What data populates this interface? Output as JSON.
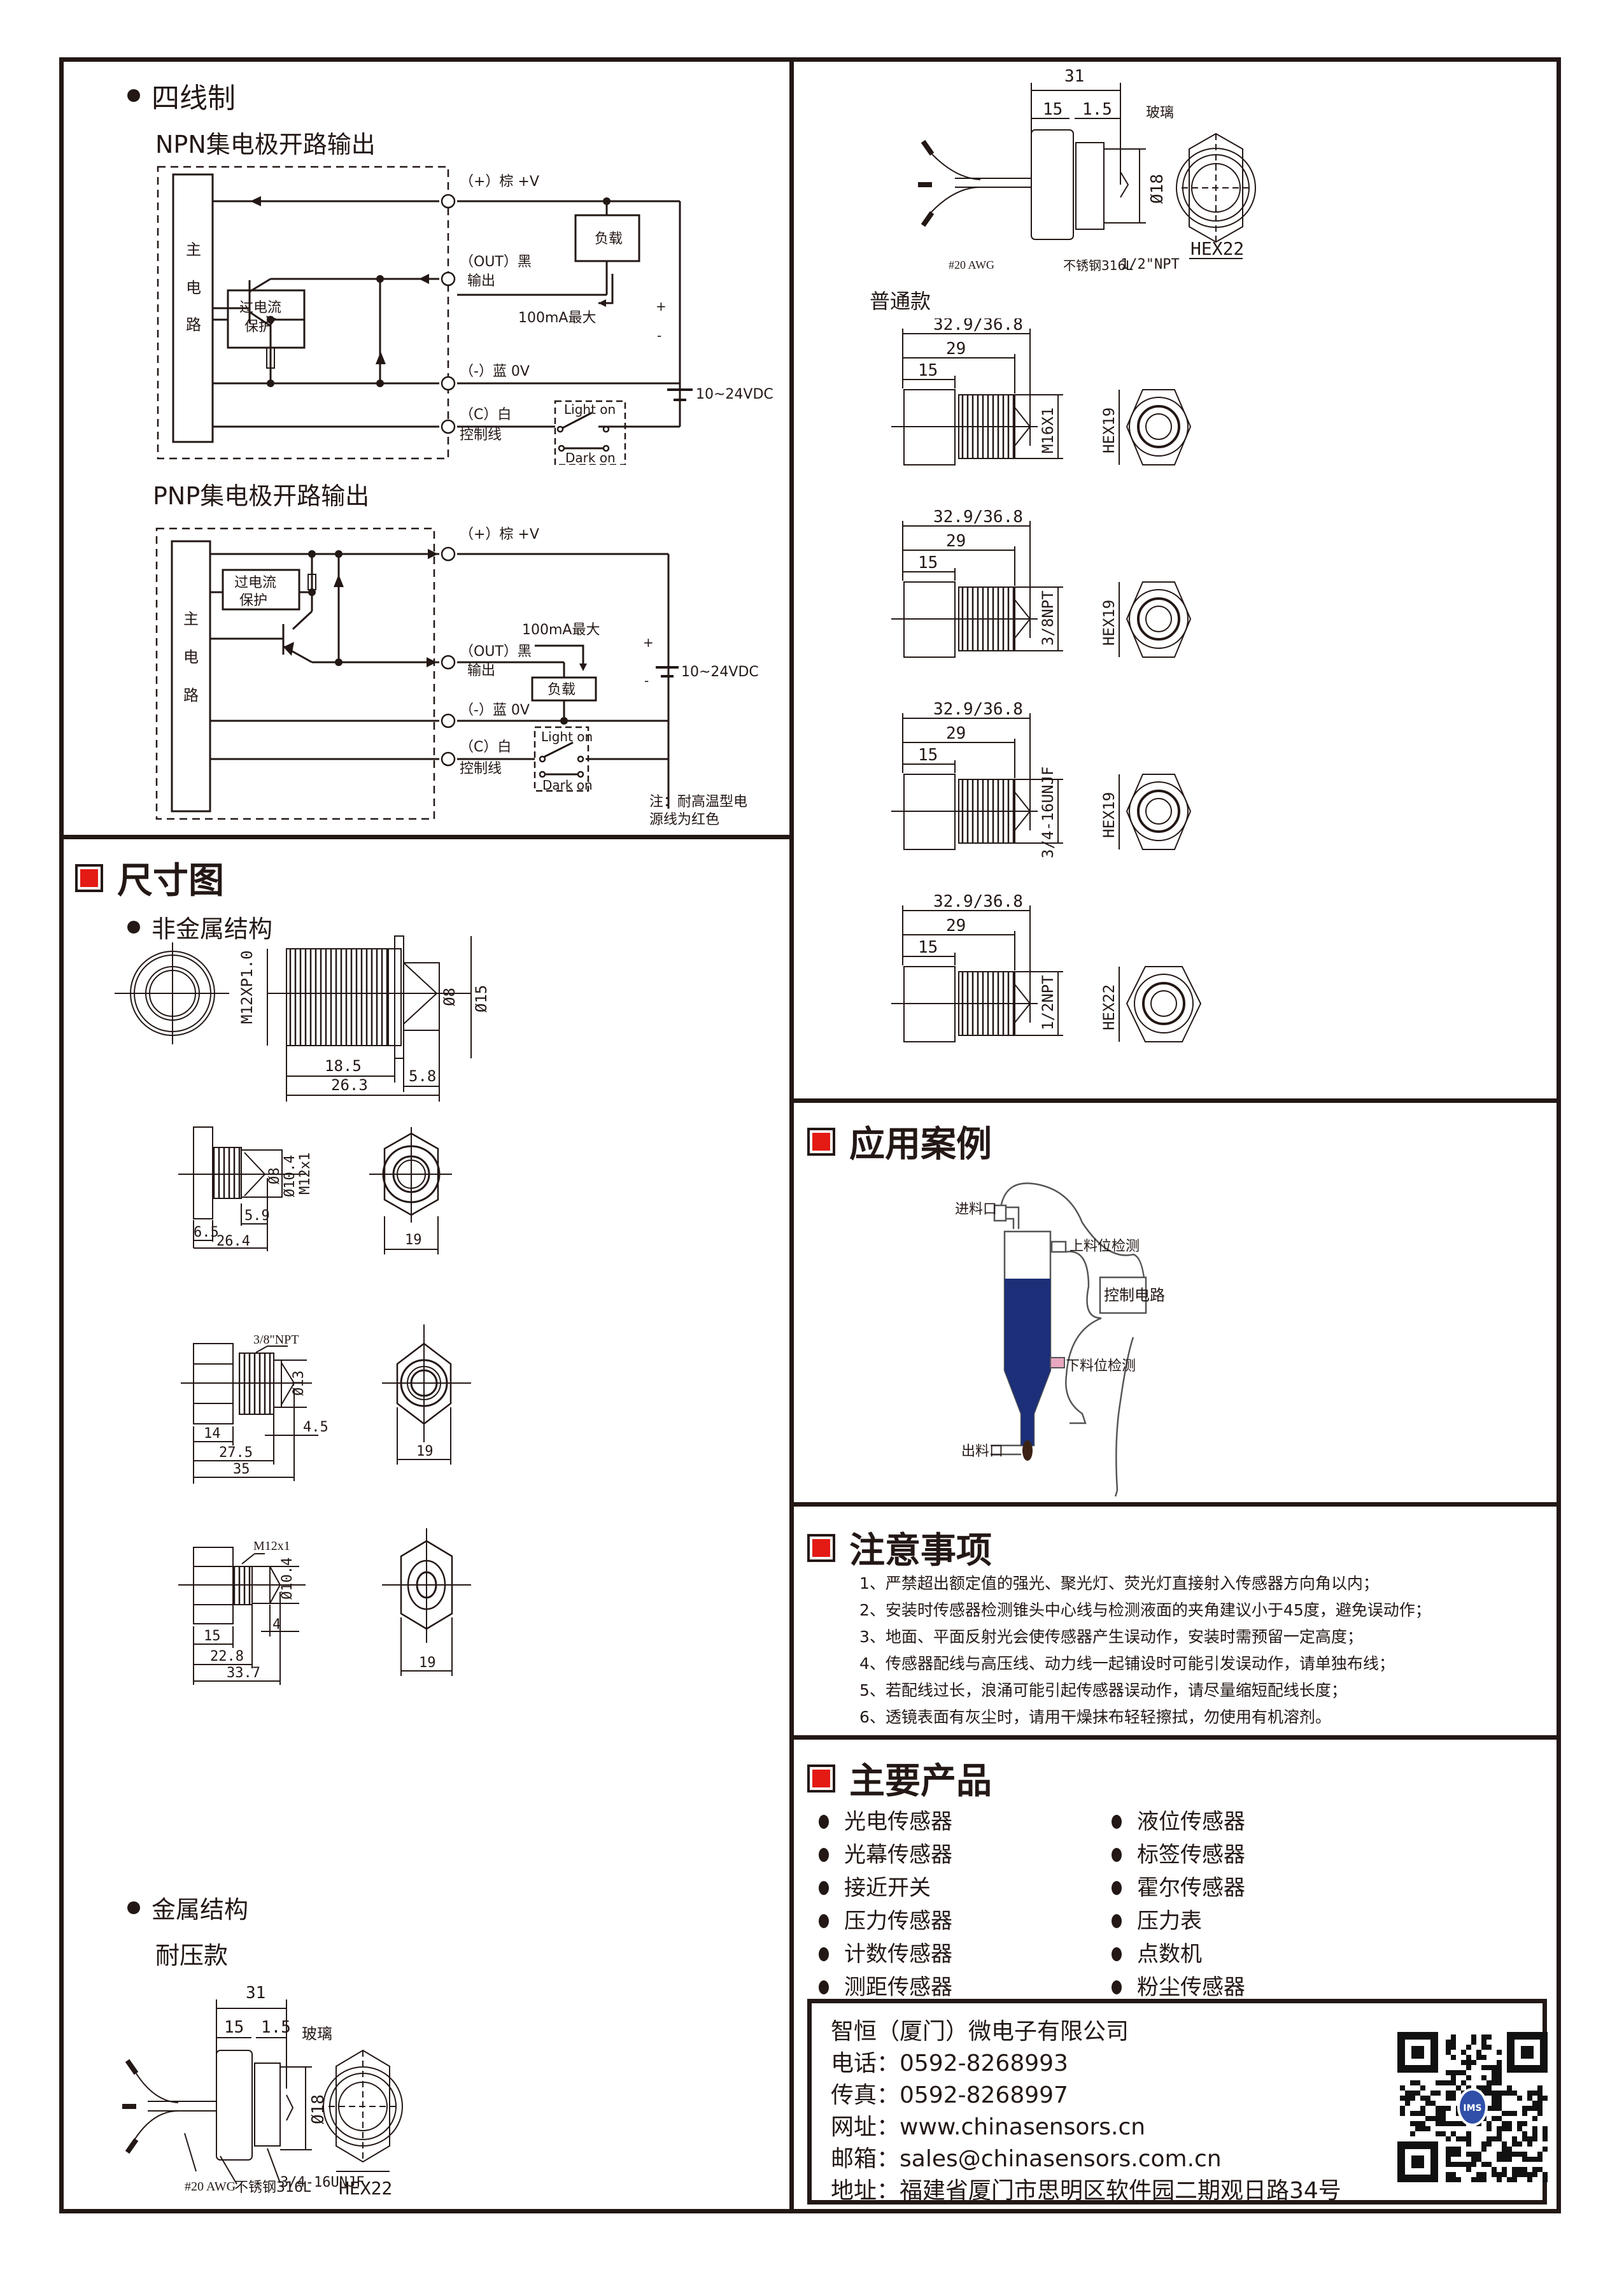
{
  "wiring": {
    "section_title": "四线制",
    "npn": {
      "title": "NPN集电极开路输出",
      "main_circuit_label": [
        "主",
        "电",
        "路"
      ],
      "protection_label": [
        "过电流",
        "保护"
      ],
      "terminals": {
        "plus": "（+）棕 +V",
        "out": "（OUT）黑",
        "out_sub": "输出",
        "minus": "（-）蓝 0V",
        "c": "（C）白",
        "c_sub": "控制线"
      },
      "load_label": "负载",
      "current_note": "100mA最大",
      "supply": "10~24VDC",
      "supply_plus": "+",
      "supply_minus": "-",
      "switch_light": "Light on",
      "switch_dark": "Dark on"
    },
    "pnp": {
      "title": "PNP集电极开路输出",
      "main_circuit_label": [
        "主",
        "电",
        "路"
      ],
      "protection_label": [
        "过电流",
        "保护"
      ],
      "terminals": {
        "plus": "（+）棕 +V",
        "out": "（OUT）黑",
        "out_sub": "输出",
        "minus": "（-）蓝 0V",
        "c": "（C）白",
        "c_sub": "控制线"
      },
      "load_label": "负载",
      "current_note": "100mA最大",
      "supply": "10~24VDC",
      "supply_plus": "+",
      "supply_minus": "-",
      "switch_light": "Light on",
      "switch_dark": "Dark on",
      "note": [
        "注：耐高温型电",
        "源线为红色"
      ]
    }
  },
  "dimensions": {
    "section_title": "尺寸图",
    "nonmetal": {
      "title": "非金属结构",
      "d1": {
        "thread": "M12XP1.0",
        "d_inner": "Ø8",
        "d_outer": "Ø15",
        "len_thread": "18.5",
        "len_total": "26.3",
        "len_head": "5.8"
      },
      "d2": {
        "d_inner": "Ø8",
        "d_mid": "Ø10.4",
        "thread": "M12x1",
        "len_tip": "5.9",
        "len_flange": "6.5",
        "len_total": "26.4",
        "hex": "19"
      },
      "d3": {
        "thread": "3/8\"NPT",
        "d": "Ø13",
        "len_hex": "14",
        "len_thread": "27.5",
        "len_total": "35",
        "len_tip": "4.5",
        "hex": "19"
      },
      "d4": {
        "thread": "M12x1",
        "d": "Ø10.4",
        "len_tip": "4",
        "len_hex": "15",
        "len_thread": "22.8",
        "len_total": "33.7",
        "hex": "19"
      }
    },
    "metal": {
      "title": "金属结构",
      "pressure_title": "耐压款",
      "pressure": {
        "len_total": "31",
        "len_body": "15",
        "len_step": "1.5",
        "glass": "玻璃",
        "d": "Ø18",
        "wire": "#20 AWG",
        "material": "不锈钢316L",
        "thread": "3/4-16UNJF",
        "hex": "HEX22"
      },
      "pressure_top": {
        "len_total": "31",
        "len_body": "15",
        "len_step": "1.5",
        "glass": "玻璃",
        "d": "Ø18",
        "wire": "#20 AWG",
        "material": "不锈钢316L",
        "thread": "1/2\"NPT",
        "hex": "HEX22"
      },
      "standard_title": "普通款",
      "standard": [
        {
          "len_total": "32.9/36.8",
          "len_thread": "29",
          "len_hex": "15",
          "thread": "M16X1",
          "hex": "HEX19"
        },
        {
          "len_total": "32.9/36.8",
          "len_thread": "29",
          "len_hex": "15",
          "thread": "3/8NPT",
          "hex": "HEX19"
        },
        {
          "len_total": "32.9/36.8",
          "len_thread": "29",
          "len_hex": "15",
          "thread": "3/4-16UNJF",
          "hex": "HEX19"
        },
        {
          "len_total": "32.9/36.8",
          "len_thread": "29",
          "len_hex": "15",
          "thread": "1/2NPT",
          "hex": "HEX22"
        }
      ]
    }
  },
  "application": {
    "section_title": "应用案例",
    "labels": {
      "inlet": "进料口",
      "upper": "上料位检测",
      "control": "控制电路",
      "lower": "下料位检测",
      "outlet": "出料口"
    },
    "colors": {
      "liquid": "#1c2f78",
      "lower_sensor": "#e9a7c1",
      "outlet_plug": "#3a2215"
    }
  },
  "notes": {
    "section_title": "注意事项",
    "items": [
      "1、严禁超出额定值的强光、聚光灯、荧光灯直接射入传感器方向角以内；",
      "2、安装时传感器检测锥头中心线与检测液面的夹角建议小于45度，避免误动作；",
      "3、地面、平面反射光会使传感器产生误动作，安装时需预留一定高度；",
      "4、传感器配线与高压线、动力线一起铺设时可能引发误动作，请单独布线；",
      "5、若配线过长，浪涌可能引起传感器误动作，请尽量缩短配线长度；",
      "6、透镜表面有灰尘时，请用干燥抹布轻轻擦拭，勿使用有机溶剂。"
    ]
  },
  "products": {
    "section_title": "主要产品",
    "items": [
      "光电传感器",
      "液位传感器",
      "光幕传感器",
      "标签传感器",
      "接近开关",
      "霍尔传感器",
      "压力传感器",
      "压力表",
      "计数传感器",
      "点数机",
      "测距传感器",
      "粉尘传感器"
    ]
  },
  "contact": {
    "company": "智恒（厦门）微电子有限公司",
    "phone": "电话：0592-8268993",
    "fax": "传真：0592-8268997",
    "web": "网址：www.chinasensors.cn",
    "email": "邮箱：sales@chinasensors.com.cn",
    "address": "地址：福建省厦门市思明区软件园二期观日路34号",
    "qr_logo": "IMS"
  },
  "colors": {
    "accent_red": "#e31b14",
    "ink": "#231815"
  }
}
